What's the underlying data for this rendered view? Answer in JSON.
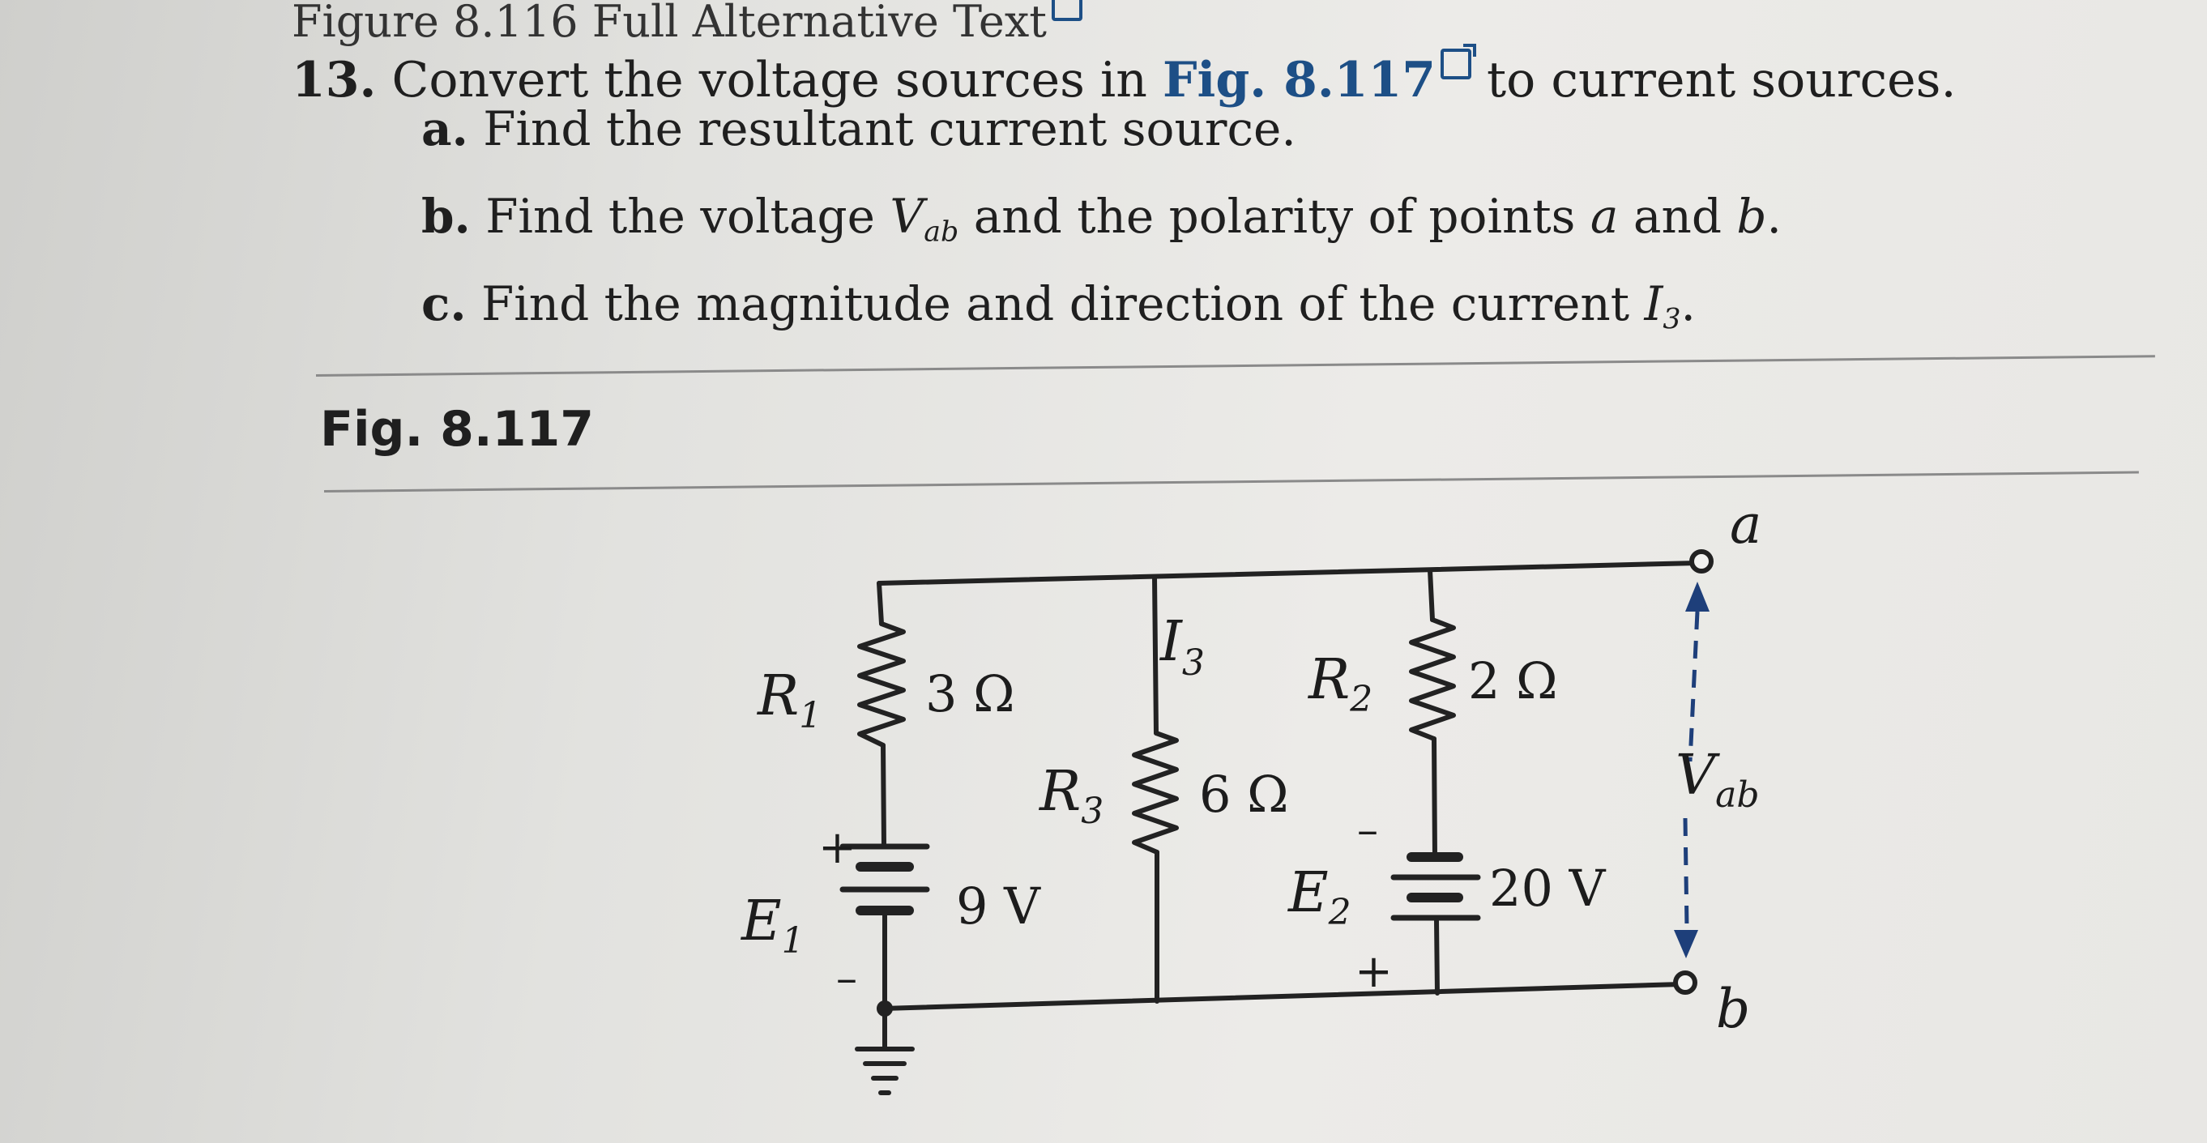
{
  "prev_caption": "Figure 8.116 Full Alternative Text",
  "problem": {
    "number": "13.",
    "text_before": "Convert the voltage sources in",
    "figure_ref": "Fig. 8.117",
    "text_after": "to current sources.",
    "parts": [
      {
        "letter": "a.",
        "text": "Find the resultant current source."
      },
      {
        "letter": "b.",
        "text_1": "Find the voltage",
        "var": "V",
        "var_sub": "ab",
        "text_2": "and the polarity of points",
        "point_a": "a",
        "text_3": "and",
        "point_b": "b",
        "text_4": "."
      },
      {
        "letter": "c.",
        "text": "Find the magnitude and direction of the current",
        "var": "I",
        "var_sub": "3",
        "text_end": "."
      }
    ]
  },
  "figure_label": "Fig. 8.117",
  "circuit": {
    "R1": {
      "label": "R",
      "sub": "1",
      "value": "3 Ω"
    },
    "R2": {
      "label": "R",
      "sub": "2",
      "value": "2 Ω"
    },
    "R3": {
      "label": "R",
      "sub": "3",
      "value": "6 Ω"
    },
    "E1": {
      "label": "E",
      "sub": "1",
      "value": "9 V",
      "plus": "+",
      "minus": "–"
    },
    "E2": {
      "label": "E",
      "sub": "2",
      "value": "20 V",
      "plus": "+",
      "minus": "–"
    },
    "I3": {
      "label": "I",
      "sub": "3"
    },
    "Vab": {
      "label": "V",
      "sub": "ab"
    },
    "node_a": "a",
    "node_b": "b"
  }
}
